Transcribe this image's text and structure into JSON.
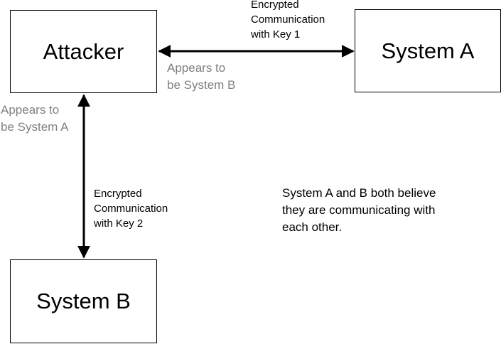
{
  "nodes": {
    "attacker": "Attacker",
    "system_a": "System A",
    "system_b": "System B"
  },
  "edges": {
    "attacker_to_system_a": {
      "label_lines": "Encrypted\nCommunication\nwith Key 1",
      "arrowheads": "both"
    },
    "attacker_to_system_b": {
      "label_lines": "Encrypted\nCommunication\nwith Key 2",
      "arrowheads": "both"
    }
  },
  "annotations": {
    "appears_system_b": "Appears to\nbe System B",
    "appears_system_a": "Appears to\nbe System A",
    "note": "System A and B both believe\nthey are communicating with\neach other."
  },
  "colors": {
    "stroke": "#000000",
    "annotation_text": "#808080"
  }
}
